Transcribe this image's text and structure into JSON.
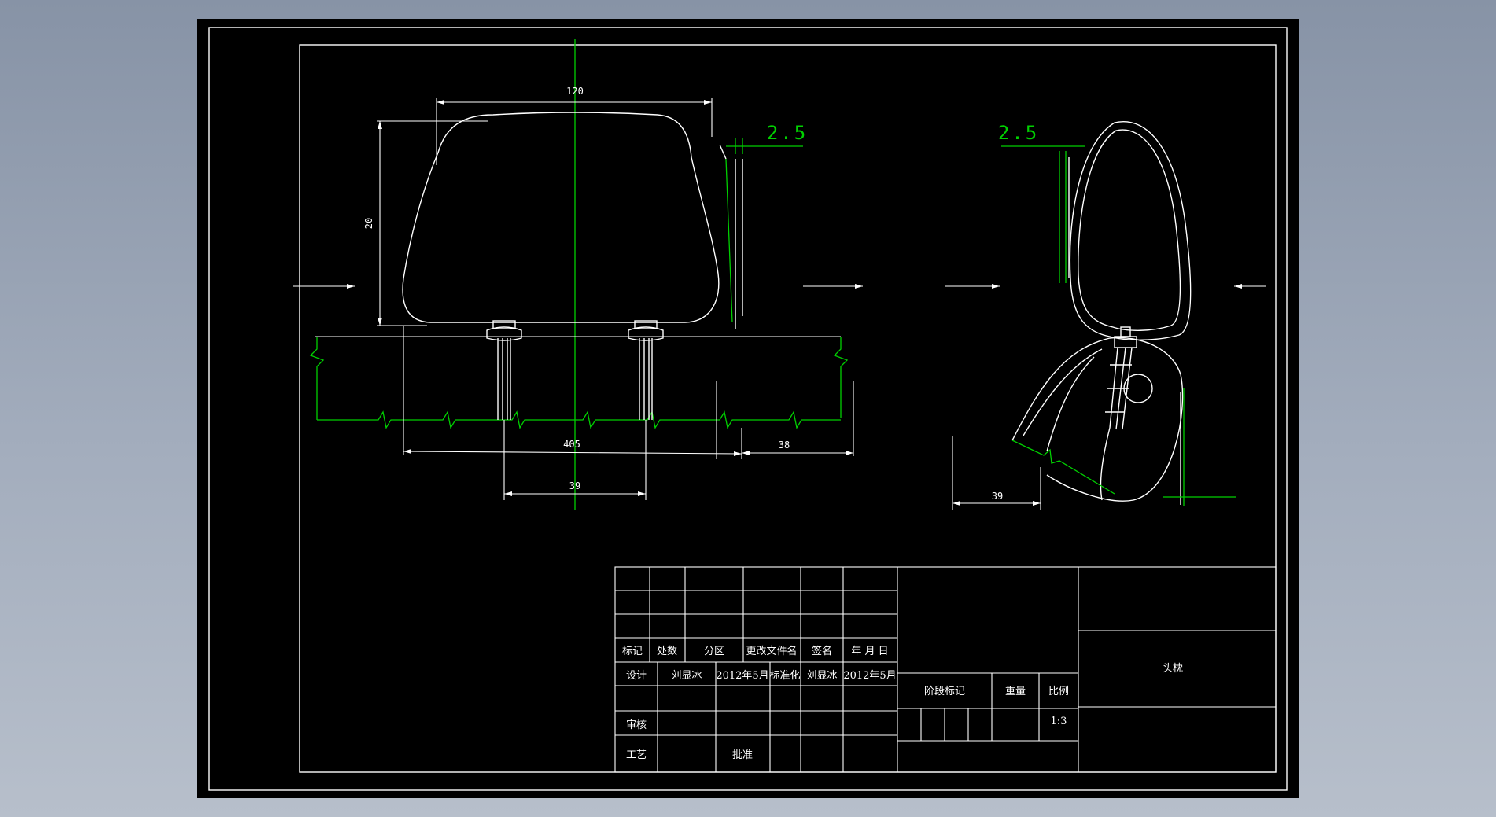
{
  "drawing": {
    "dimensions": {
      "front_width": "120",
      "front_height": "20",
      "front_offset": "2.5",
      "front_base_width": "405",
      "front_post_spacing": "39",
      "front_right_offset": "38",
      "side_offset": "2.5",
      "side_width": "39"
    }
  },
  "title_block": {
    "headers": {
      "mark": "标记",
      "count": "处数",
      "zone": "分区",
      "change_doc": "更改文件名",
      "signature": "签名",
      "date": "年 月 日"
    },
    "rows": {
      "design_label": "设计",
      "designer": "刘显冰",
      "design_date": "2012年5月",
      "standardization_label": "标准化",
      "standardizer": "刘显冰",
      "standardization_date": "2012年5月",
      "review_label": "审核",
      "process_label": "工艺",
      "approve_label": "批准"
    },
    "stage_mark_label": "阶段标记",
    "weight_label": "重量",
    "scale_label": "比例",
    "scale_value": "1:3",
    "drawing_name": "头枕"
  }
}
